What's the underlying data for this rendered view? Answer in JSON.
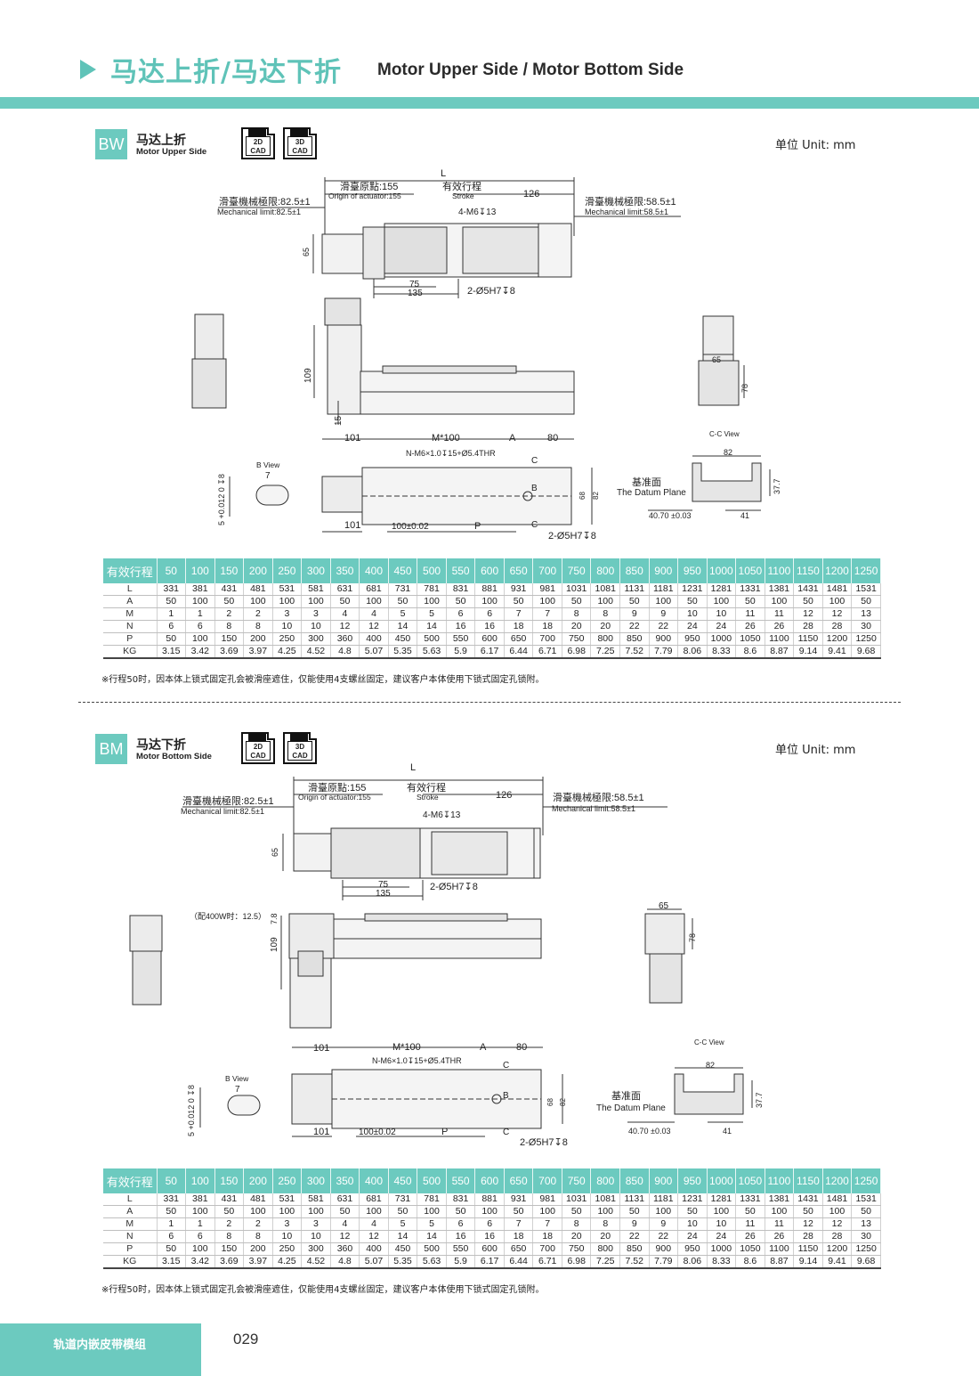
{
  "header": {
    "title_cn": "马达上折/马达下折",
    "title_en": "Motor Upper Side / Motor Bottom Side"
  },
  "sections": [
    {
      "code": "BW",
      "name_cn": "马达上折",
      "name_en": "Motor Upper Side",
      "cad_2d": "2D\nCAD",
      "cad_3d": "3D\nCAD",
      "unit": "单位 Unit: mm",
      "note": "※行程50时，因本体上锁式固定孔会被滑座遮住，仅能使用4支螺丝固定，建议客户本体使用下锁式固定孔锁附。"
    },
    {
      "code": "BM",
      "name_cn": "马达下折",
      "name_en": "Motor Bottom Side",
      "cad_2d": "2D\nCAD",
      "cad_3d": "3D\nCAD",
      "unit": "单位 Unit: mm",
      "note": "※行程50时，因本体上锁式固定孔会被滑座遮住，仅能使用4支螺丝固定，建议客户本体使用下锁式固定孔锁附。"
    }
  ],
  "dims": {
    "L": "L",
    "origin_cn": "滑臺原點:155",
    "origin_en": "Origin of actuator:155",
    "stroke_cn": "有效行程",
    "stroke_en": "Stroke",
    "d126": "126",
    "mech_left_cn": "滑臺機械極限:82.5±1",
    "mech_left_en": "Mechanical limit:82.5±1",
    "mech_right_cn": "滑臺機械極限:58.5±1",
    "mech_right_en": "Mechanical limit:58.5±1",
    "m6": "4-M6↧13",
    "d65": "65",
    "d75": "75",
    "d135": "135",
    "pin": "2-Ø5H7↧8",
    "d109": "109",
    "d15": "15",
    "d78": "78",
    "d101": "101",
    "m100": "M*100",
    "dA": "A",
    "d80": "80",
    "nm6": "N-M6×1.0↧15+Ø5.4THR",
    "dC": "C",
    "dB": "B",
    "d68": "68",
    "d82": "82",
    "d100": "100±0.02",
    "dP": "P",
    "bview": "B View",
    "d7": "7",
    "tol": "5 +0.012 0 ↧8",
    "ccview": "C-C View",
    "datum_cn": "基准面",
    "datum_en": "The Datum Plane",
    "d4070": "40.70 ±0.03",
    "d41": "41",
    "d377": "37.7",
    "d78b": "7.8",
    "w400": "（配400W时：12.5）"
  },
  "table": {
    "stroke_label": "有效行程",
    "strokes": [
      "50",
      "100",
      "150",
      "200",
      "250",
      "300",
      "350",
      "400",
      "450",
      "500",
      "550",
      "600",
      "650",
      "700",
      "750",
      "800",
      "850",
      "900",
      "950",
      "1000",
      "1050",
      "1100",
      "1150",
      "1200",
      "1250"
    ],
    "rows": [
      {
        "name": "L",
        "values": [
          "331",
          "381",
          "431",
          "481",
          "531",
          "581",
          "631",
          "681",
          "731",
          "781",
          "831",
          "881",
          "931",
          "981",
          "1031",
          "1081",
          "1131",
          "1181",
          "1231",
          "1281",
          "1331",
          "1381",
          "1431",
          "1481",
          "1531"
        ]
      },
      {
        "name": "A",
        "values": [
          "50",
          "100",
          "50",
          "100",
          "100",
          "100",
          "50",
          "100",
          "50",
          "100",
          "50",
          "100",
          "50",
          "100",
          "50",
          "100",
          "50",
          "100",
          "50",
          "100",
          "50",
          "100",
          "50",
          "100",
          "50"
        ]
      },
      {
        "name": "M",
        "values": [
          "1",
          "1",
          "2",
          "2",
          "3",
          "3",
          "4",
          "4",
          "5",
          "5",
          "6",
          "6",
          "7",
          "7",
          "8",
          "8",
          "9",
          "9",
          "10",
          "10",
          "11",
          "11",
          "12",
          "12",
          "13"
        ]
      },
      {
        "name": "N",
        "values": [
          "6",
          "6",
          "8",
          "8",
          "10",
          "10",
          "12",
          "12",
          "14",
          "14",
          "16",
          "16",
          "18",
          "18",
          "20",
          "20",
          "22",
          "22",
          "24",
          "24",
          "26",
          "26",
          "28",
          "28",
          "30"
        ]
      },
      {
        "name": "P",
        "values": [
          "50",
          "100",
          "150",
          "200",
          "250",
          "300",
          "360",
          "400",
          "450",
          "500",
          "550",
          "600",
          "650",
          "700",
          "750",
          "800",
          "850",
          "900",
          "950",
          "1000",
          "1050",
          "1100",
          "1150",
          "1200",
          "1250"
        ]
      },
      {
        "name": "KG",
        "values": [
          "3.15",
          "3.42",
          "3.69",
          "3.97",
          "4.25",
          "4.52",
          "4.8",
          "5.07",
          "5.35",
          "5.63",
          "5.9",
          "6.17",
          "6.44",
          "6.71",
          "6.98",
          "7.25",
          "7.52",
          "7.79",
          "8.06",
          "8.33",
          "8.6",
          "8.87",
          "9.14",
          "9.41",
          "9.68"
        ]
      }
    ]
  },
  "footer": {
    "label": "轨道内嵌皮带模组",
    "page": "029"
  }
}
